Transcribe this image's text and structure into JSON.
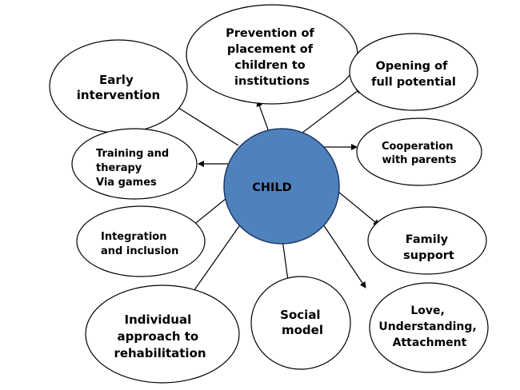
{
  "colors": {
    "center_fill": "#4f81bd",
    "center_stroke": "#1f3864",
    "node_fill": "#ffffff",
    "node_stroke": "#000000",
    "arrow": "#000000"
  },
  "center": {
    "label": "CHILD"
  },
  "nodes": [
    {
      "id": "prevention",
      "lines": [
        "Prevention of",
        "placement of",
        "children to",
        "institutions"
      ]
    },
    {
      "id": "early",
      "lines": [
        "Early",
        "intervention"
      ]
    },
    {
      "id": "opening",
      "lines": [
        "Opening of",
        "full potential"
      ]
    },
    {
      "id": "training",
      "lines": [
        "Training and",
        "therapy",
        "Via games"
      ]
    },
    {
      "id": "cooperation",
      "lines": [
        "Cooperation",
        "with parents"
      ]
    },
    {
      "id": "integration",
      "lines": [
        "Integration",
        "and inclusion"
      ]
    },
    {
      "id": "family",
      "lines": [
        "Family",
        "support"
      ]
    },
    {
      "id": "individual",
      "lines": [
        "Individual",
        "approach to",
        "rehabilitation"
      ]
    },
    {
      "id": "social",
      "lines": [
        "Social",
        "model"
      ]
    },
    {
      "id": "love",
      "lines": [
        "Love,",
        "Understanding,",
        "Attachment"
      ]
    }
  ]
}
